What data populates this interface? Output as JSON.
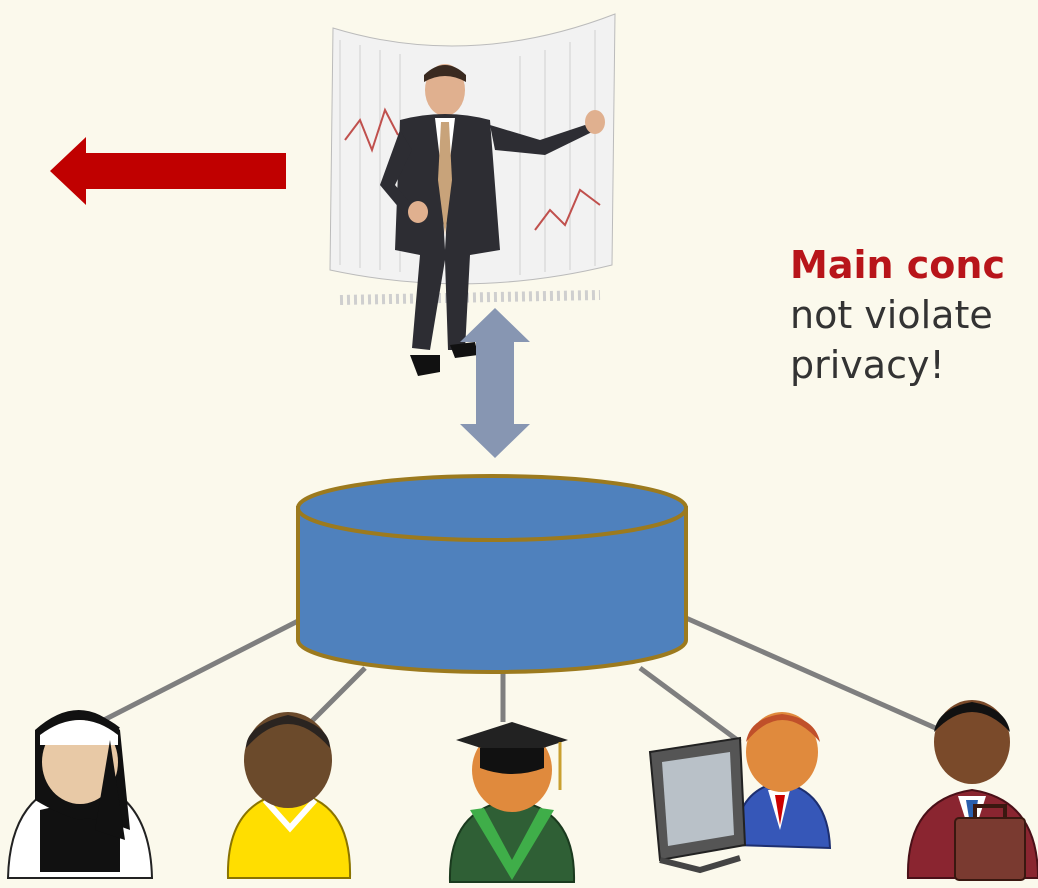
{
  "concern": {
    "heading": "Main conc",
    "line2": "not violate",
    "line3": "privacy!"
  },
  "colors": {
    "background": "#fbf9ec",
    "left_arrow": "#c00000",
    "double_arrow": "#8796b2",
    "database_fill": "#4f81bd",
    "database_border": "#9c7a1e",
    "connector": "#7f7f7f",
    "heading_text": "#b8151a"
  },
  "icons": [
    "analyst-photo",
    "left-arrow-icon",
    "double-arrow-icon",
    "database-cylinder",
    "nun-user-icon",
    "yellow-user-icon",
    "graduate-user-icon",
    "computer-user-icon",
    "businessman-user-icon"
  ]
}
